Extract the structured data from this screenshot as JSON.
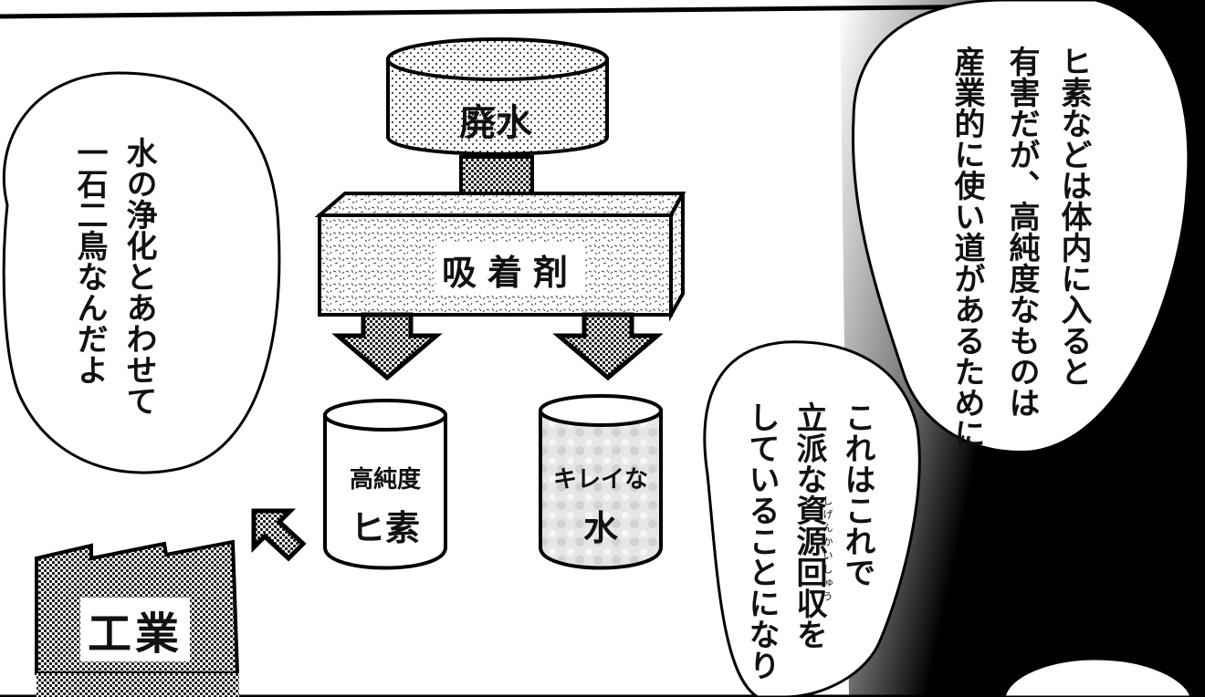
{
  "diagram": {
    "wastewater": "廃水",
    "adsorbent": "吸着剤",
    "arsenic": {
      "line1": "高純度",
      "line2": "ヒ素"
    },
    "clean_water": {
      "line1": "キレイな",
      "line2": "水"
    },
    "industry": "工業"
  },
  "bubbles": {
    "left": [
      "水の浄化とあわせて",
      "一石二鳥なんだよ"
    ],
    "right_top": [
      "ヒ素などは体内に入ると",
      "有害だが、高純度なものは",
      "産業的に使い道があるために"
    ],
    "right_bottom": [
      "これはこれで",
      "立派な資源回収を",
      "していることになり"
    ],
    "furigana": "しげんかいしゅう"
  }
}
